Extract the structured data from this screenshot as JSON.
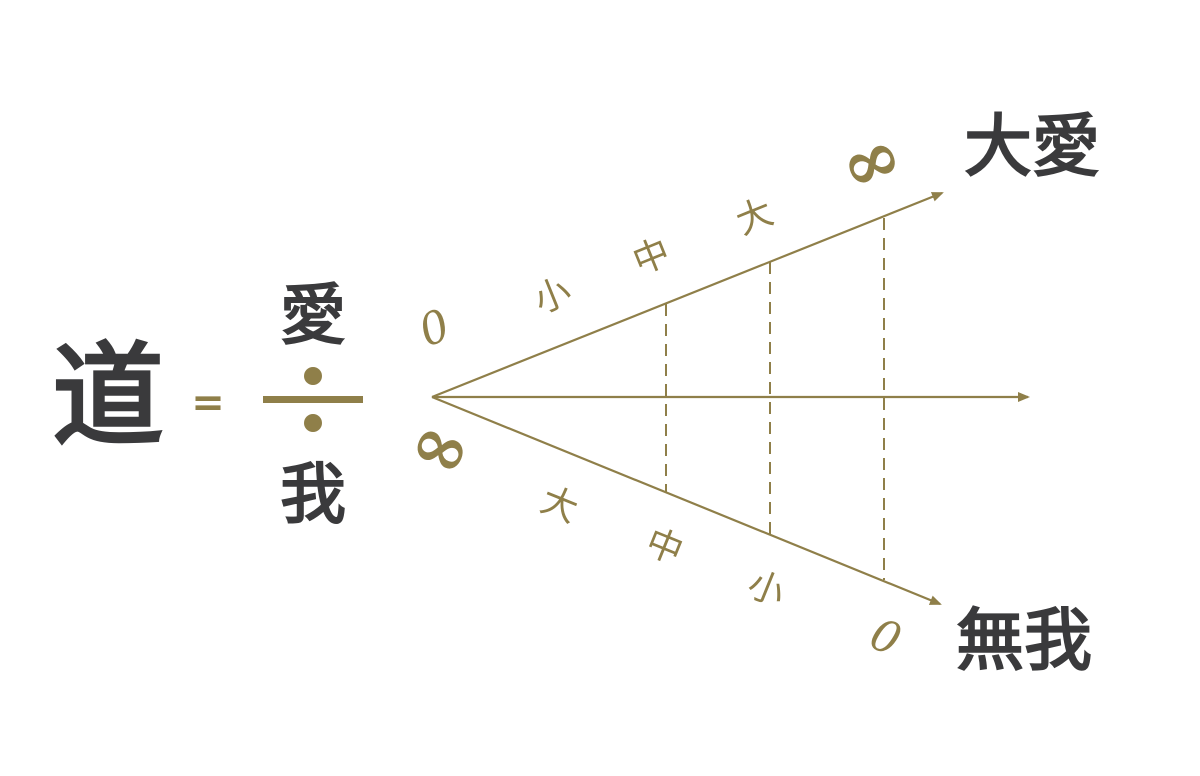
{
  "formula": {
    "lhs": "道",
    "equals": "=",
    "numerator": "愛",
    "denominator": "我"
  },
  "diagram": {
    "upper_end_label": "大愛",
    "lower_end_label": "無我",
    "upper_scale": [
      "0",
      "小",
      "中",
      "大",
      "∞"
    ],
    "lower_scale": [
      "∞",
      "大",
      "中",
      "小",
      "0"
    ]
  },
  "colors": {
    "text": "#3a3a3c",
    "accent": "#8f7f49",
    "background": "#ffffff"
  }
}
